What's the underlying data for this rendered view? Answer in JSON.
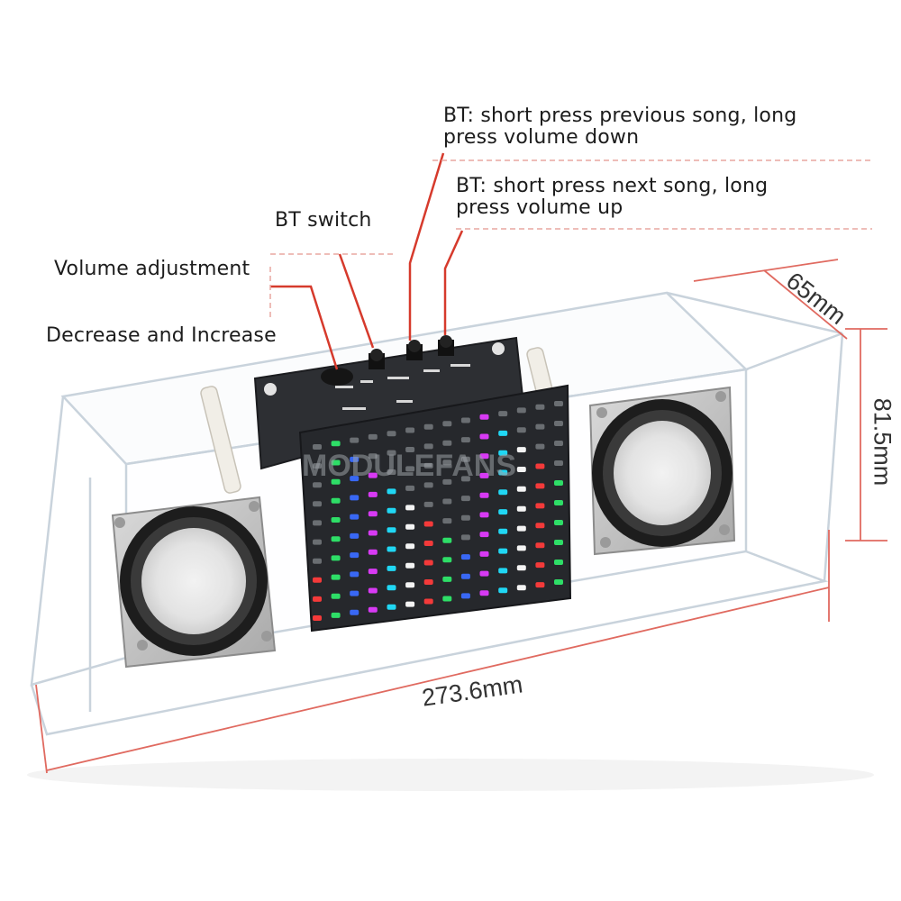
{
  "callouts": {
    "volume_adjustment": "Volume adjustment",
    "decrease_increase": "Decrease and Increase",
    "bt_switch": "BT switch",
    "previous_song": [
      "BT: short press previous song, long",
      "press volume down"
    ],
    "next_song": [
      "BT: short press next song, long",
      "press volume up"
    ]
  },
  "dimensions": {
    "width": "273.6mm",
    "depth": "65mm",
    "height": "81.5mm"
  },
  "watermark": "MODULEFANS",
  "colors": {
    "leader_line": "#d63a2c",
    "dimension_line": "#e06a60",
    "pcb": "#2d2f33",
    "acrylic_edge": "#c9d3dc"
  }
}
